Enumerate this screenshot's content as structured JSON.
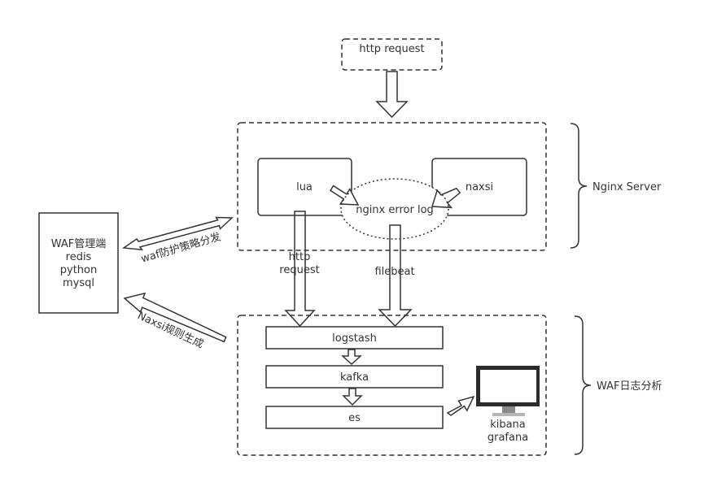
{
  "nodes": {
    "http_request": "http request",
    "lua": "lua",
    "naxsi": "naxsi",
    "nginx_error_log": "nginx error log",
    "waf_admin": [
      "WAF管理端",
      "redis",
      "python",
      "mysql"
    ],
    "logstash": "logstash",
    "kafka": "kafka",
    "es": "es",
    "kibana_grafana": [
      "kibana",
      "grafana"
    ]
  },
  "groups": {
    "nginx_server": "Nginx Server",
    "waf_log_analysis": "WAF日志分析"
  },
  "edges": {
    "lua_to_logstash": [
      "http",
      "request"
    ],
    "error_log_to_logstash": "filebeat",
    "waf_policy": "waf防护策略分发",
    "naxsi_rules": "Naxsi规则生成"
  }
}
